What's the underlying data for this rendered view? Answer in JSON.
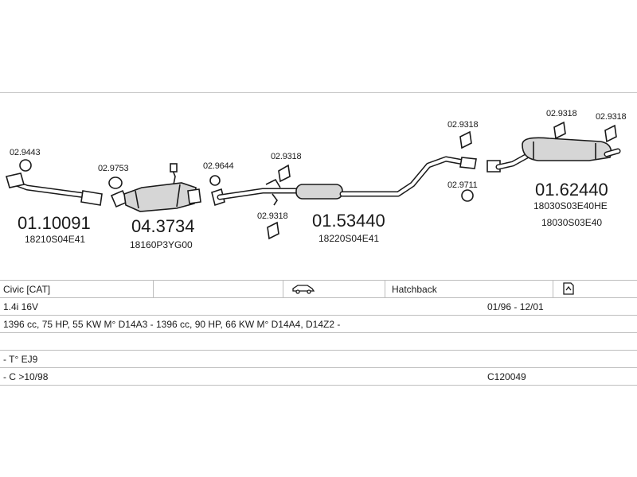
{
  "diagram": {
    "parts": [
      {
        "id": "p1",
        "number": "01.10091",
        "oem": [
          "18210S04E41"
        ]
      },
      {
        "id": "p2",
        "number": "04.3734",
        "oem": [
          "18160P3YG00"
        ]
      },
      {
        "id": "p3",
        "number": "01.53440",
        "oem": [
          "18220S04E41"
        ]
      },
      {
        "id": "p4",
        "number": "01.62440",
        "oem": [
          "18030S03E40HE",
          "18030S03E40"
        ]
      }
    ],
    "gaskets": [
      "02.9443",
      "02.9753",
      "02.9644",
      "02.9318",
      "02.9318",
      "02.9318",
      "02.9711",
      "02.9318",
      "02.9318"
    ]
  },
  "info": {
    "model": "Civic [CAT]",
    "body_type": "Hatchback",
    "car_icon": "car-side-icon",
    "doc_icon": "document-icon",
    "engine": "1.4i 16V",
    "years": "01/96 - 12/01",
    "specs": "1396 cc, 75 HP, 55 KW M° D14A3 - 1396 cc, 90 HP, 66 KW M° D14A4, D14Z2 -",
    "type_code": "- T° EJ9",
    "chassis": "- C >10/98",
    "code": "C120049"
  }
}
